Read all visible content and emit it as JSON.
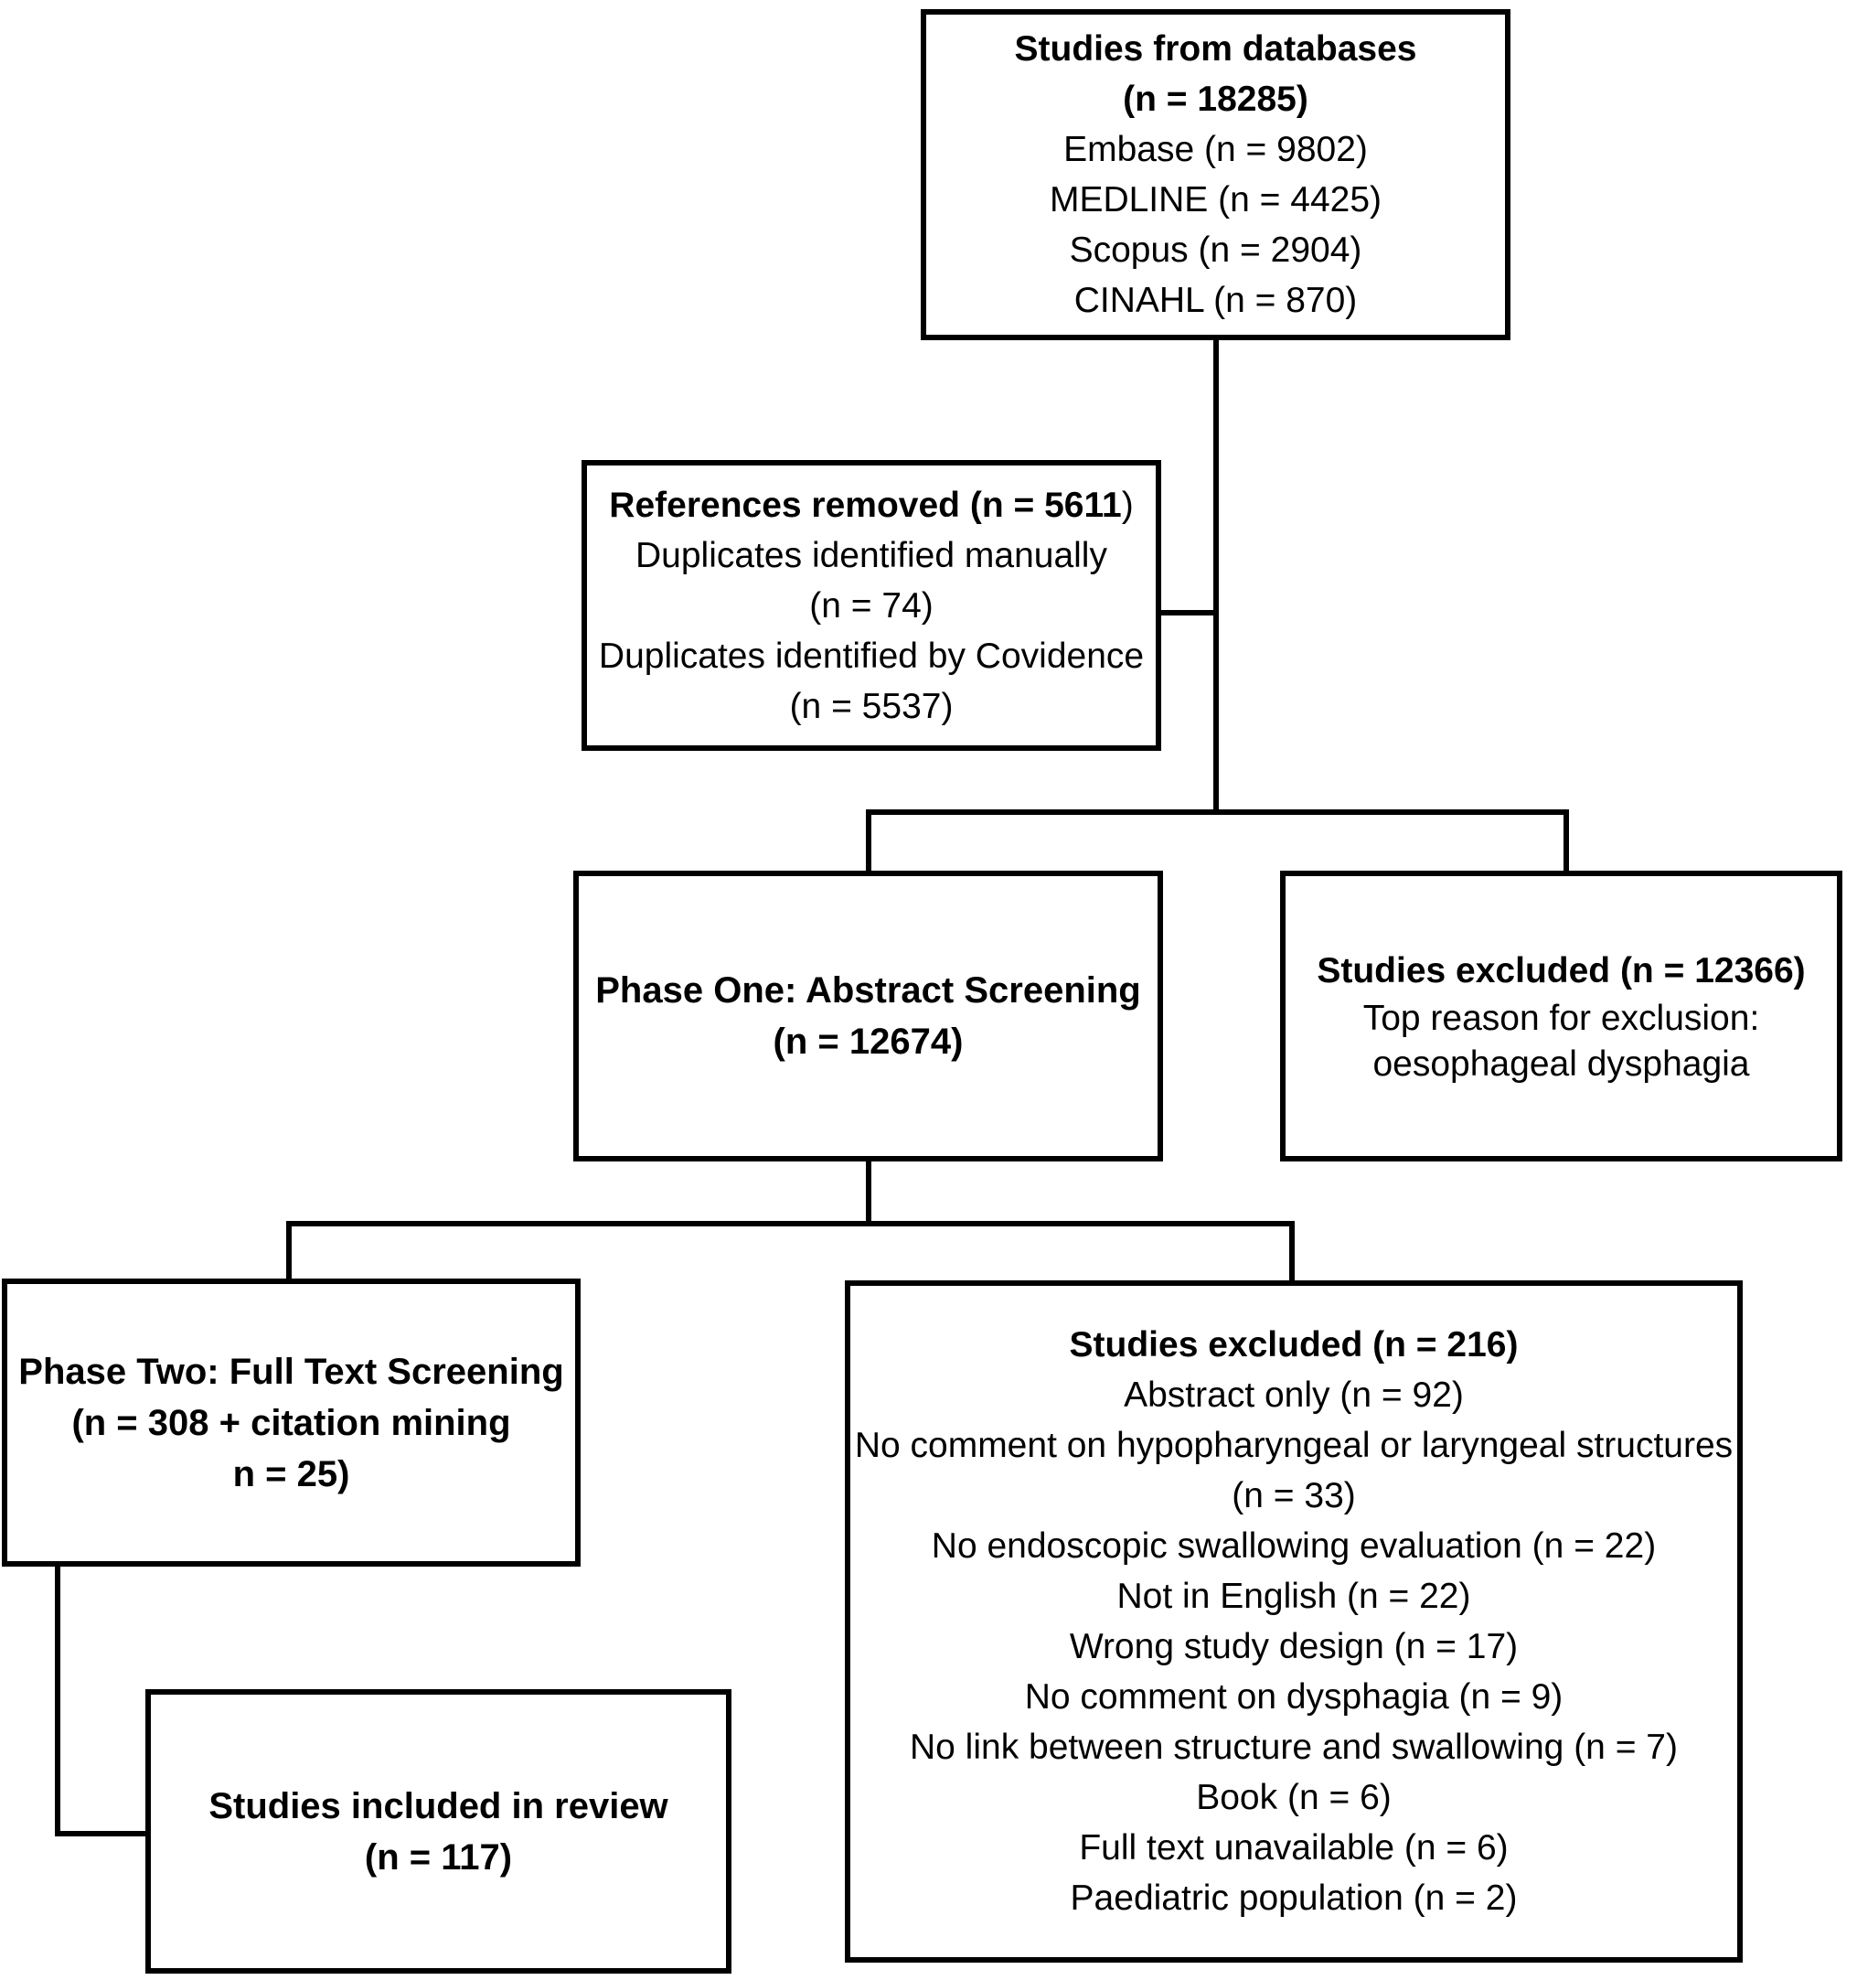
{
  "colors": {
    "border": "#000000",
    "background": "#ffffff",
    "text": "#000000"
  },
  "flowchart": {
    "databases": {
      "title_line1": "Studies from databases",
      "title_line2": "(n = 18285)",
      "items": [
        "Embase (n = 9802)",
        "MEDLINE (n = 4425)",
        "Scopus (n = 2904)",
        "CINAHL (n = 870)"
      ]
    },
    "references_removed": {
      "title_bold": "References removed (n = 5611",
      "title_close_paren": ")",
      "lines": [
        "Duplicates identified manually",
        "(n = 74)",
        "Duplicates identified by Covidence",
        "(n = 5537)"
      ]
    },
    "phase_one": {
      "lines": [
        "Phase One: Abstract Screening",
        "(n = 12674)"
      ]
    },
    "excluded_abstract": {
      "title": "Studies excluded (n = 12366)",
      "lines": [
        "Top reason for exclusion:",
        "oesophageal dysphagia"
      ]
    },
    "phase_two": {
      "lines": [
        "Phase Two: Full Text Screening",
        "(n = 308 + citation mining",
        "n = 25)"
      ]
    },
    "excluded_fulltext": {
      "title": "Studies excluded (n = 216)",
      "lines": [
        "Abstract only (n = 92)",
        "No comment on hypopharyngeal or laryngeal structures",
        "(n = 33)",
        "No endoscopic swallowing evaluation (n = 22)",
        "Not in English (n = 22)",
        "Wrong study design (n = 17)",
        "No comment on dysphagia (n = 9)",
        "No link between structure and swallowing (n = 7)",
        "Book (n = 6)",
        "Full text unavailable (n = 6)",
        "Paediatric population (n = 2)"
      ]
    },
    "included": {
      "lines": [
        "Studies included in review",
        "(n = 117)"
      ]
    }
  }
}
